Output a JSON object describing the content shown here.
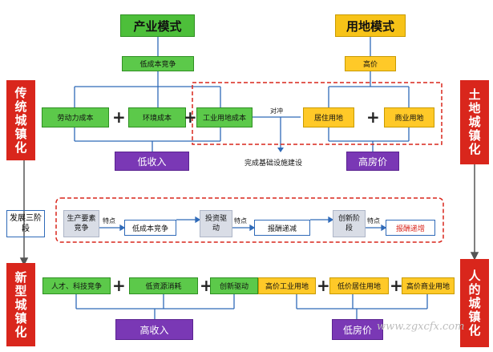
{
  "industry_mode": "产业模式",
  "land_mode": "用地模式",
  "low_cost_competition": "低成本竞争",
  "high_price": "高价",
  "labor_cost": "劳动力成本",
  "env_cost": "环境成本",
  "industrial_land_cost": "工业用地成本",
  "hedge": "对冲",
  "residential_land": "居住用地",
  "commercial_land": "商业用地",
  "low_income": "低收入",
  "infrastructure": "完成基础设施建设",
  "high_housing": "高房价",
  "traditional_urbanization": "传统城镇化",
  "land_urbanization": "土地城镇化",
  "three_stages": "发展三阶段",
  "stage_factor": "生产要素竞争",
  "stage_feature1": "特点",
  "stage_low_cost": "低成本竞争",
  "stage_invest": "投资驱动",
  "stage_feature2": "特点",
  "stage_diminish": "报酬递减",
  "stage_innovation": "创新阶段",
  "stage_feature3": "特点",
  "stage_increase": "报酬递增",
  "talent_tech": "人才、科技竞争",
  "low_resource": "低资源消耗",
  "innovation_driven": "创新驱动",
  "high_income": "高收入",
  "high_price_industrial": "高价工业用地",
  "low_price_residential": "低价居住用地",
  "high_price_commercial": "高价商业用地",
  "low_housing": "低房价",
  "new_urbanization": "新型城镇化",
  "human_urbanization": "人的城镇化",
  "plus_sign": "+",
  "watermark": "www.zgxcfx.com"
}
